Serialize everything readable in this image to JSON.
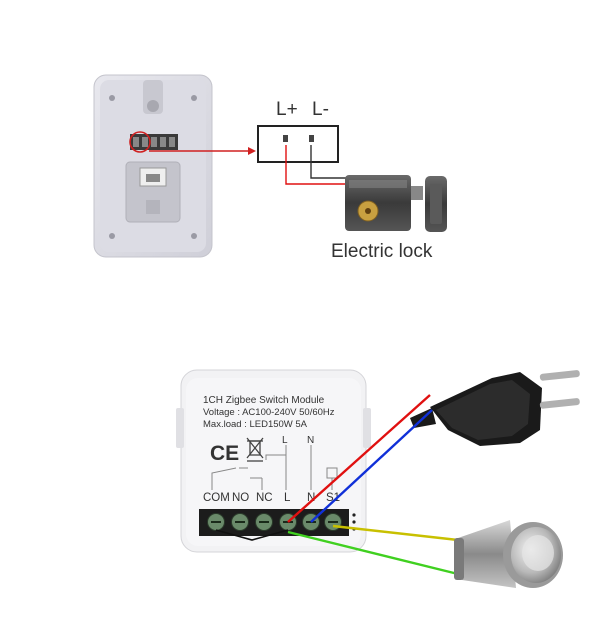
{
  "top": {
    "terminal_plus": "L+",
    "terminal_minus": "L-",
    "lock_label": "Electric lock"
  },
  "module": {
    "title": "1CH Zigbee Switch Module",
    "voltage": "Voltage : AC100-240V 50/60Hz",
    "max_load": "Max.load : LED150W 5A",
    "ce": "CE",
    "diagram_l": "L",
    "diagram_n": "N",
    "terminals": [
      "COM",
      "NO",
      "NC",
      "L",
      "N",
      "S1"
    ]
  },
  "colors": {
    "wire_red": "#e01010",
    "wire_blue": "#1030d8",
    "wire_yellow": "#c8c000",
    "wire_green": "#40d020"
  }
}
